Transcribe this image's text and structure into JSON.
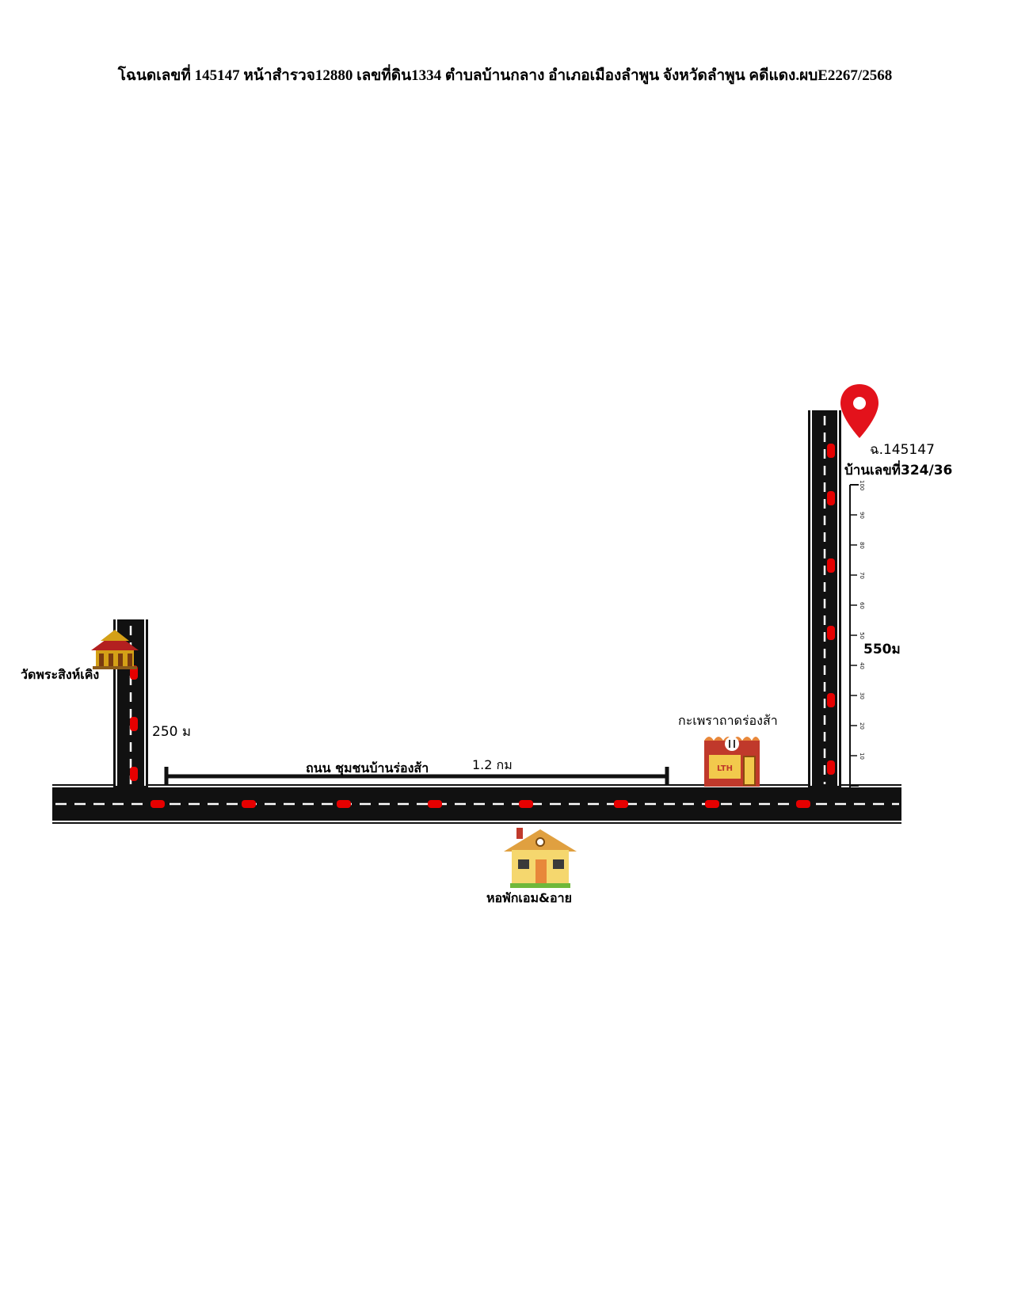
{
  "header": {
    "title": "โฉนดเลขที่  145147 หน้าสำรวจ12880 เลขที่ดิน1334 ตำบลบ้านกลาง อำเภอเมืองลำพูน จังหวัดลำพูน คดีแดง.ผบE2267/2568"
  },
  "map": {
    "road_label": "ถนน ชุมชนบ้านร่องส้า",
    "main_distance": "1.2 กม",
    "left_branch_distance": "250 ม",
    "right_branch_distance": "550ม",
    "landmarks": {
      "temple": "วัดพระสิงห์เคิง",
      "restaurant": "กะเพราถาดร่องส้า",
      "dormitory": "หอพักเอม&อาย"
    },
    "destination": {
      "deed": "ฉ.145147",
      "house_no": "บ้านเลขที่324/36"
    },
    "scale_ticks": [
      "100",
      "90",
      "80",
      "70",
      "60",
      "50",
      "40",
      "30",
      "20",
      "10"
    ],
    "shop_sign": "LTH",
    "colors": {
      "road": "#111111",
      "lane": "#ffffff",
      "car": "#e60000",
      "pin": "#e3121b"
    }
  }
}
